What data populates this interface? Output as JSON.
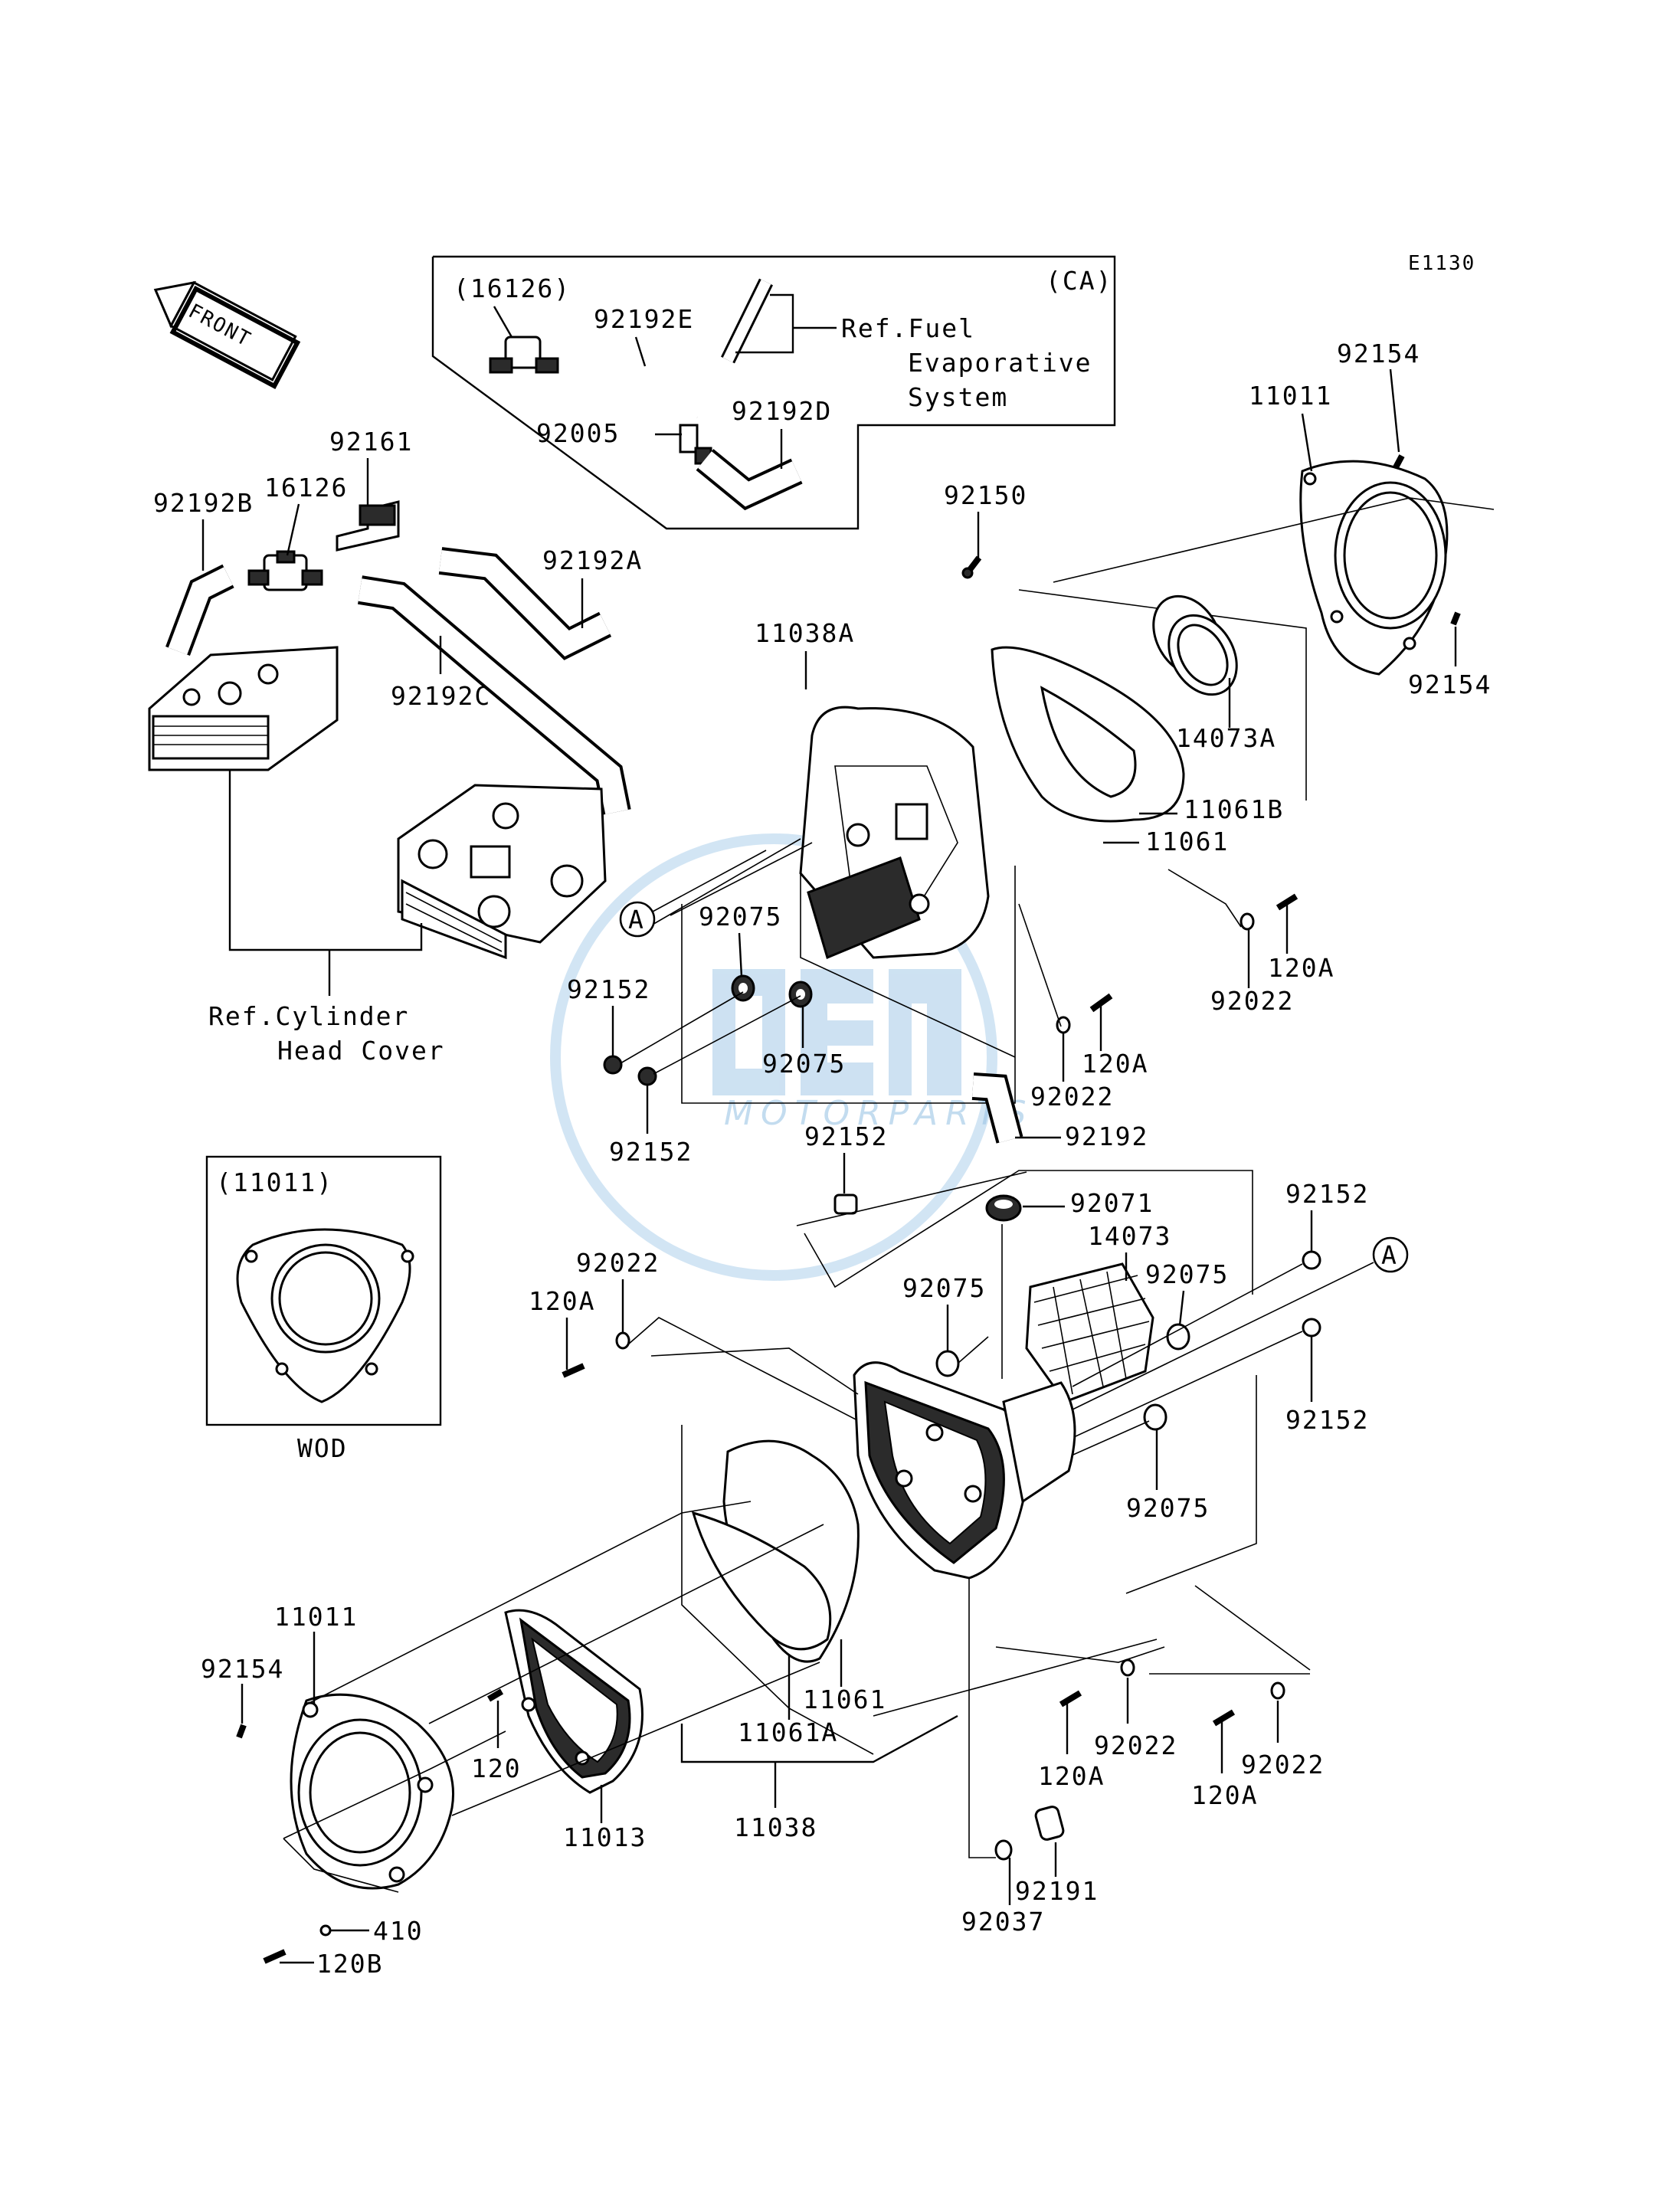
{
  "diagram_code": "E1130",
  "front_arrow": {
    "text": "FRONT"
  },
  "watermark": {
    "logo_text": "OEM",
    "sub_text": "MOTORPARTS",
    "color": "#9cc5e6"
  },
  "ca_box": {
    "tag": "(CA)",
    "parts": {
      "p16126": "(16126)",
      "p92192E": "92192E",
      "p92005": "92005",
      "p92192D": "92192D"
    },
    "ref_line1": "Ref.Fuel",
    "ref_line2": "Evaporative",
    "ref_line3": "System"
  },
  "wod_box": {
    "part": "(11011)",
    "caption": "WOD"
  },
  "ref_cylinder": {
    "line1": "Ref.Cylinder",
    "line2": "Head Cover"
  },
  "callout": "A",
  "labels": {
    "p92161": "92161",
    "p16126": "16126",
    "p92192B": "92192B",
    "p92192A": "92192A",
    "p92192C": "92192C",
    "p92150": "92150",
    "p11038A": "11038A",
    "p11011_top": "11011",
    "p92154_top": "92154",
    "p92154_right": "92154",
    "p14073A": "14073A",
    "p11061B": "11061B",
    "p11061_top": "11061",
    "p92075_a": "92075",
    "p92152_a": "92152",
    "p92075_b": "92075",
    "p92152_b": "92152",
    "p120A_a": "120A",
    "p92022_a": "92022",
    "p120A_b": "120A",
    "p92022_b": "92022",
    "p92152_c": "92152",
    "p92192": "92192",
    "p92071": "92071",
    "p14073": "14073",
    "p92152_d": "92152",
    "p92022_c": "92022",
    "p120A_c": "120A",
    "p92075_c": "92075",
    "p92075_d": "92075",
    "p92152_e": "92152",
    "p92075_e": "92075",
    "p11011_bot": "11011",
    "p92154_bot": "92154",
    "p120": "120",
    "p11013": "11013",
    "p11061_bot": "11061",
    "p11061A": "11061A",
    "p11038": "11038",
    "p92022_d": "92022",
    "p120A_d": "120A",
    "p92022_e": "92022",
    "p120A_e": "120A",
    "p92191": "92191",
    "p92037": "92037",
    "p410": "410",
    "p120B": "120B"
  }
}
